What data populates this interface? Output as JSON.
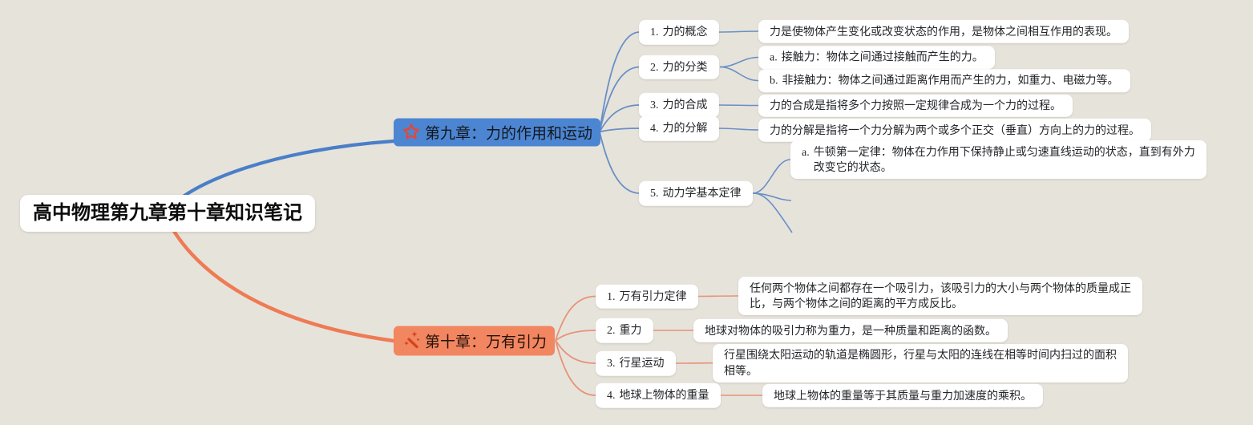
{
  "canvas": {
    "background": "#e6e3db"
  },
  "root": {
    "label": "高中物理第九章第十章知识笔记",
    "bg": "#ffffff",
    "text_color": "#0c0c0c"
  },
  "branches": [
    {
      "id": "chapter9",
      "label": "第九章：力的作用和运动",
      "icon": "star-icon",
      "icon_color": "#dd4a3d",
      "node_color": "#4c86d2",
      "edge_color": "#4a7ec8",
      "sub_edge_color": "#688fc6",
      "topics": [
        {
          "prefix": "1.",
          "label": "力的概念",
          "details": [
            {
              "prefix": "",
              "text": "力是使物体产生变化或改变状态的作用，是物体之间相互作用的表现。"
            }
          ]
        },
        {
          "prefix": "2.",
          "label": "力的分类",
          "details": [
            {
              "prefix": "a.",
              "text": "接触力：物体之间通过接触而产生的力。"
            },
            {
              "prefix": "b.",
              "text": "非接触力：物体之间通过距离作用而产生的力，如重力、电磁力等。"
            }
          ]
        },
        {
          "prefix": "3.",
          "label": "力的合成",
          "details": [
            {
              "prefix": "",
              "text": "力的合成是指将多个力按照一定规律合成为一个力的过程。"
            }
          ]
        },
        {
          "prefix": "4.",
          "label": "力的分解",
          "details": [
            {
              "prefix": "",
              "text": "力的分解是指将一个力分解为两个或多个正交（垂直）方向上的力的过程。"
            }
          ]
        },
        {
          "prefix": "5.",
          "label": "动力学基本定律",
          "details": [
            {
              "prefix": "a.",
              "text": "牛顿第一定律：物体在力作用下保持静止或匀速直线运动的状态，直到有外力\n改变它的状态。"
            }
          ]
        }
      ]
    },
    {
      "id": "chapter10",
      "label": "第十章：万有引力",
      "icon": "magic-wand-icon",
      "icon_color": "#d4451f",
      "node_color": "#f28660",
      "edge_color": "#ee7b54",
      "sub_edge_color": "#e69377",
      "topics": [
        {
          "prefix": "1.",
          "label": "万有引力定律",
          "details": [
            {
              "prefix": "",
              "text": "任何两个物体之间都存在一个吸引力，该吸引力的大小与两个物体的质量成正\n比，与两个物体之间的距离的平方成反比。"
            }
          ]
        },
        {
          "prefix": "2.",
          "label": "重力",
          "details": [
            {
              "prefix": "",
              "text": "地球对物体的吸引力称为重力，是一种质量和距离的函数。"
            }
          ]
        },
        {
          "prefix": "3.",
          "label": "行星运动",
          "details": [
            {
              "prefix": "",
              "text": "行星围绕太阳运动的轨道是椭圆形，行星与太阳的连线在相等时间内扫过的面积\n相等。"
            }
          ]
        },
        {
          "prefix": "4.",
          "label": "地球上物体的重量",
          "details": [
            {
              "prefix": "",
              "text": "地球上物体的重量等于其质量与重力加速度的乘积。"
            }
          ]
        }
      ]
    }
  ]
}
